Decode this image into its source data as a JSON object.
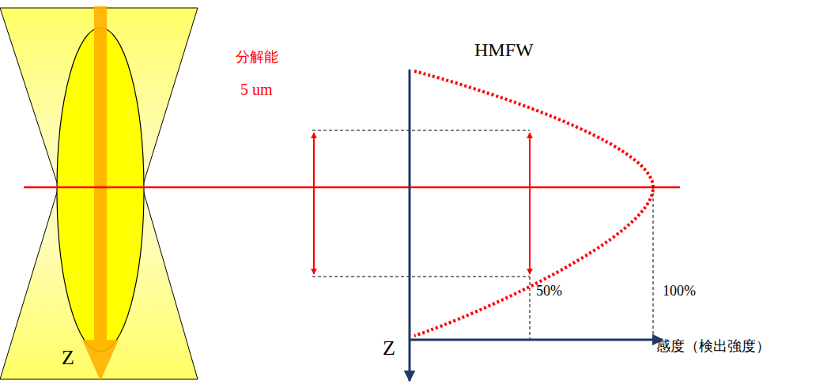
{
  "diagram": {
    "labels": [
      "分解能",
      "5 um",
      "HMFW",
      "50%",
      "100%",
      "感度（検出強度）",
      "Z",
      "Z"
    ]
  }
}
